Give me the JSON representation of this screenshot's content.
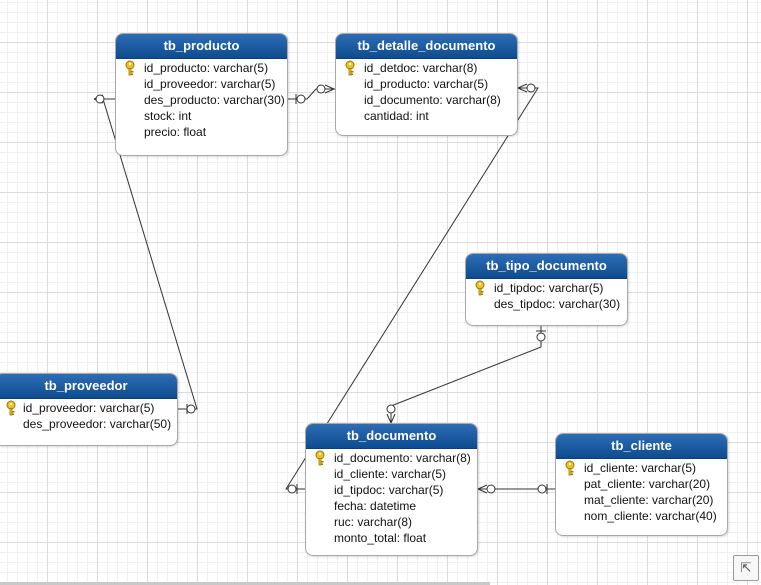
{
  "diagram": {
    "entities": {
      "tb_producto": {
        "name": "tb_producto",
        "columns": [
          "id_producto: varchar(5)",
          "id_proveedor: varchar(5)",
          "des_producto: varchar(30)",
          "stock: int",
          "precio: float"
        ]
      },
      "tb_detalle_documento": {
        "name": "tb_detalle_documento",
        "columns": [
          "id_detdoc: varchar(8)",
          "id_producto: varchar(5)",
          "id_documento: varchar(8)",
          "cantidad: int"
        ]
      },
      "tb_tipo_documento": {
        "name": "tb_tipo_documento",
        "columns": [
          "id_tipdoc: varchar(5)",
          "des_tipdoc: varchar(30)"
        ]
      },
      "tb_proveedor": {
        "name": "tb_proveedor",
        "columns": [
          "id_proveedor: varchar(5)",
          "des_proveedor: varchar(50)"
        ]
      },
      "tb_documento": {
        "name": "tb_documento",
        "columns": [
          "id_documento: varchar(8)",
          "id_cliente: varchar(5)",
          "id_tipdoc: varchar(5)",
          "fecha: datetime",
          "ruc: varchar(8)",
          "monto_total: float"
        ]
      },
      "tb_cliente": {
        "name": "tb_cliente",
        "columns": [
          "id_cliente: varchar(5)",
          "pat_cliente: varchar(20)",
          "mat_cliente: varchar(20)",
          "nom_cliente: varchar(40)"
        ]
      }
    },
    "relationships": [
      {
        "from": "tb_proveedor",
        "to": "tb_producto"
      },
      {
        "from": "tb_producto",
        "to": "tb_detalle_documento"
      },
      {
        "from": "tb_documento",
        "to": "tb_detalle_documento"
      },
      {
        "from": "tb_tipo_documento",
        "to": "tb_documento"
      },
      {
        "from": "tb_cliente",
        "to": "tb_documento"
      }
    ],
    "colors": {
      "header": "#1a5aa0",
      "line": "#333333",
      "key": "#f0c020"
    }
  },
  "ui": {
    "corner_button_icon": "collapse-arrow-icon"
  }
}
